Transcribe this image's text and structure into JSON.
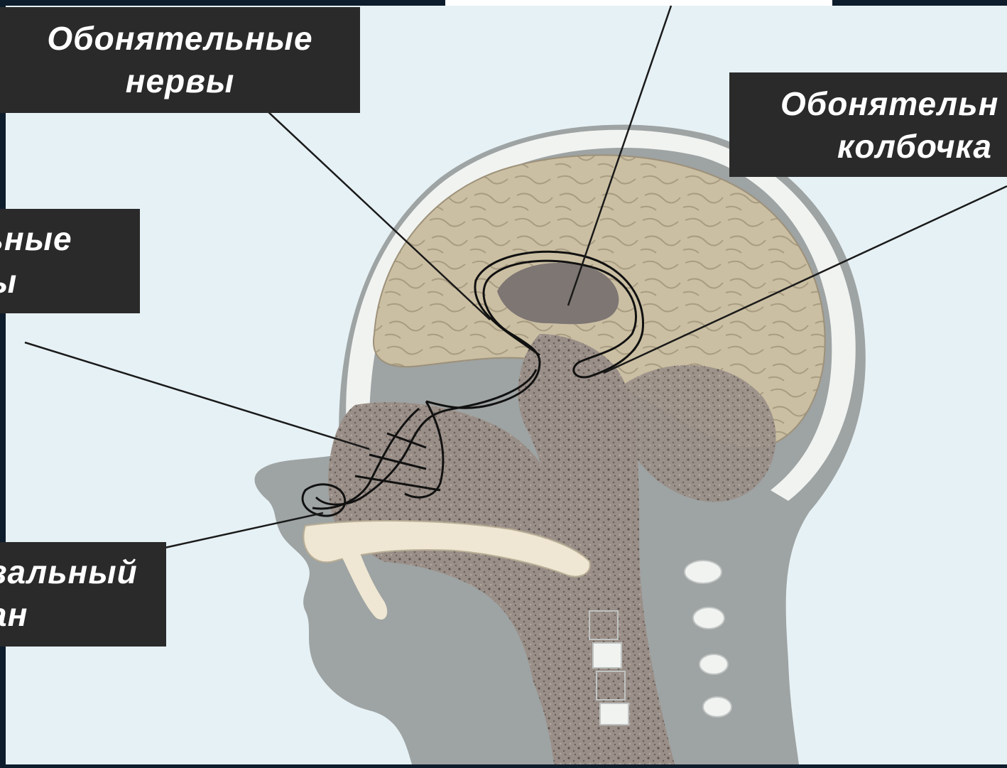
{
  "labels": {
    "olfactory_nerves": [
      "Обонятельные",
      "нервы"
    ],
    "olfactory_bulb": [
      "Обонятельн",
      "колбочка"
    ],
    "olfactory_cells": [
      "льные",
      "ы"
    ],
    "vomeronasal_organ": [
      "зальный",
      "ан"
    ]
  },
  "colors": {
    "background": "#0e1d2c",
    "panel": "#e6f1f5",
    "label_box": "#2a2a2a",
    "label_text": "#ffffff",
    "brain": "#cbbfa3",
    "head_tissue": "#9ea3a3",
    "skull": "#f1f3f0",
    "ventricle": "#7d7673",
    "stippled_tissue": "#8a7f78",
    "pointer_line": "#1a1a1a"
  }
}
